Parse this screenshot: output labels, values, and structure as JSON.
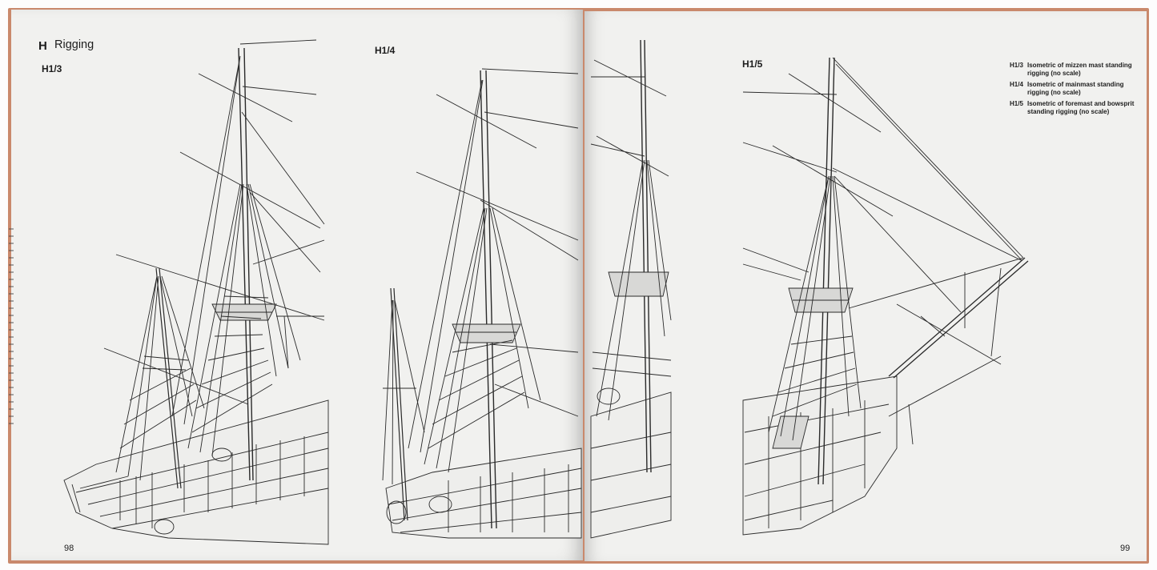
{
  "book": {
    "left_page": {
      "section_letter": "H",
      "section_title": "Rigging",
      "figure_label": "H1/3",
      "second_figure_label": "H1/4",
      "page_number": "98"
    },
    "right_page": {
      "figure_label": "H1/5",
      "captions": [
        {
          "code": "H1/3",
          "text": "Isometric of mizzen mast standing rigging (no scale)"
        },
        {
          "code": "H1/4",
          "text": "Isometric of mainmast standing rigging (no scale)"
        },
        {
          "code": "H1/5",
          "text": "Isometric of foremast and bowsprit standing rigging (no scale)"
        }
      ],
      "page_number": "99"
    }
  },
  "colors": {
    "paper": "#f1f1ef",
    "ink": "#1d1d1d",
    "cover": "#c9896c"
  },
  "icons": [
    "ship-rigging-drawing"
  ]
}
